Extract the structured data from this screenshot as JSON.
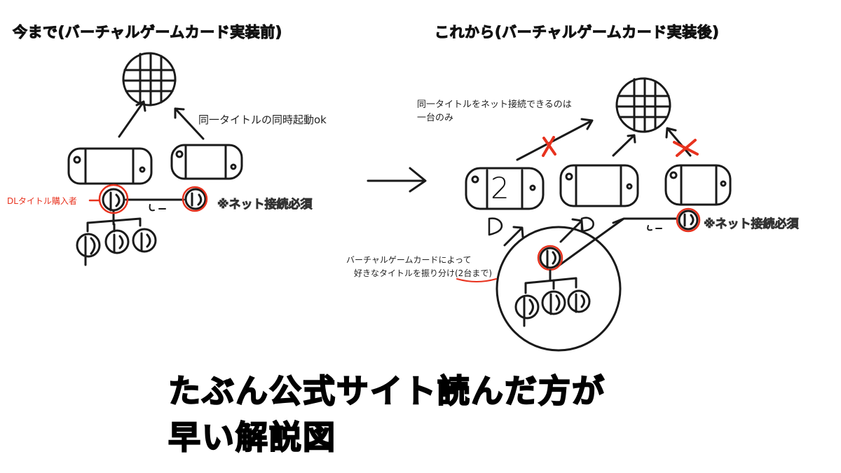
{
  "left": {
    "title": "今まで(バーチャルゲームカード実装前)",
    "note": "同一タイトルの同時起動ok",
    "purchaser_label": "DLタイトル購入者",
    "net_required": "※ネット接続必須"
  },
  "right": {
    "title": "これから(バーチャルゲームカード実装後)",
    "note_line1": "同一タイトルをネット接続できるのは",
    "note_line2": "一台のみ",
    "net_required": "※ネット接続必須",
    "vgc_line1": "バーチャルゲームカードによって",
    "vgc_line2": "好きなタイトルを振り分け(2台まで)",
    "console_number": "2"
  },
  "caption": {
    "line1": "たぶん公式サイト読んだ方が",
    "line2": "早い解説図"
  },
  "colors": {
    "ink": "#111111",
    "accent_red": "#e8321e"
  }
}
